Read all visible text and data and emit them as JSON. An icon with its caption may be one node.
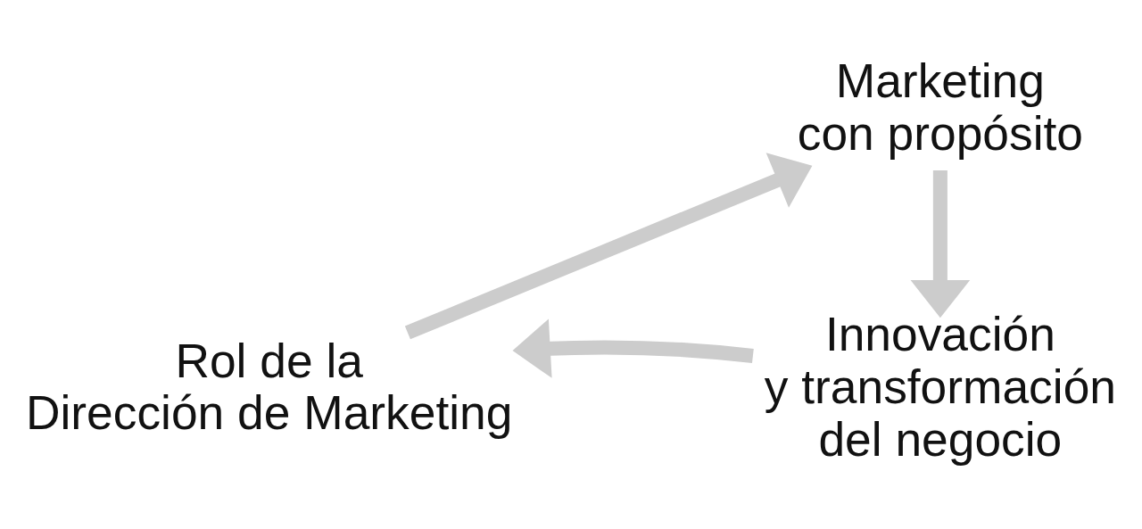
{
  "diagram": {
    "nodes": [
      {
        "text": [
          "Marketing con propósito"
        ]
      },
      {
        "text": [
          "Innovación y transformación del negocio"
        ]
      },
      {
        "text": [
          "Rol de la Dirección de Marketing"
        ]
      }
    ],
    "edges": [
      {
        "from": 0,
        "to": 1,
        "arrow": "to"
      },
      {
        "from": 1,
        "to": 2,
        "arrow": "to"
      },
      {
        "from": 2,
        "to": 0,
        "arrow": "to"
      }
    ]
  }
}
